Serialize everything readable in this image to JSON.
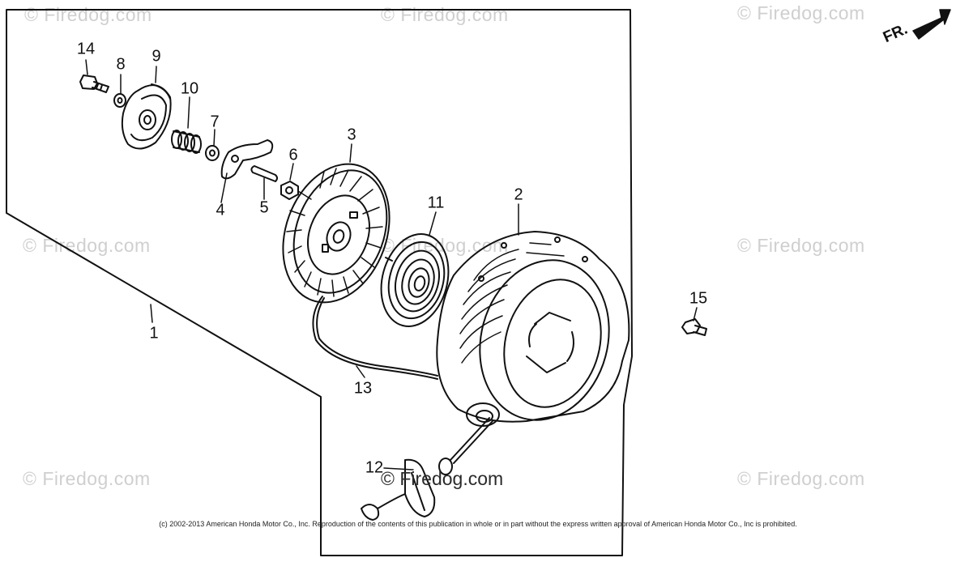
{
  "watermarks": [
    "© Firedog.com",
    "© Firedog.com",
    "© Firedog.com",
    "© Firedog.com",
    "© Firedog.com",
    "© Firedog.com",
    "© Firedog.com",
    "© Firedog.com"
  ],
  "center_watermark": "© Firedog.com",
  "direction_label": "FR.",
  "copyright": "(c) 2002-2013 American Honda Motor Co., Inc. Reproduction of the contents of this publication in whole or in part without the express written approval of American Honda Motor Co., Inc is prohibited.",
  "callouts": {
    "c1": "1",
    "c2": "2",
    "c3": "3",
    "c4": "4",
    "c5": "5",
    "c6": "6",
    "c7": "7",
    "c8": "8",
    "c9": "9",
    "c10": "10",
    "c11": "11",
    "c12": "12",
    "c13": "13",
    "c14": "14",
    "c15": "15"
  },
  "colors": {
    "line": "#111111",
    "watermark": "#cfcfcf",
    "background": "#ffffff"
  }
}
